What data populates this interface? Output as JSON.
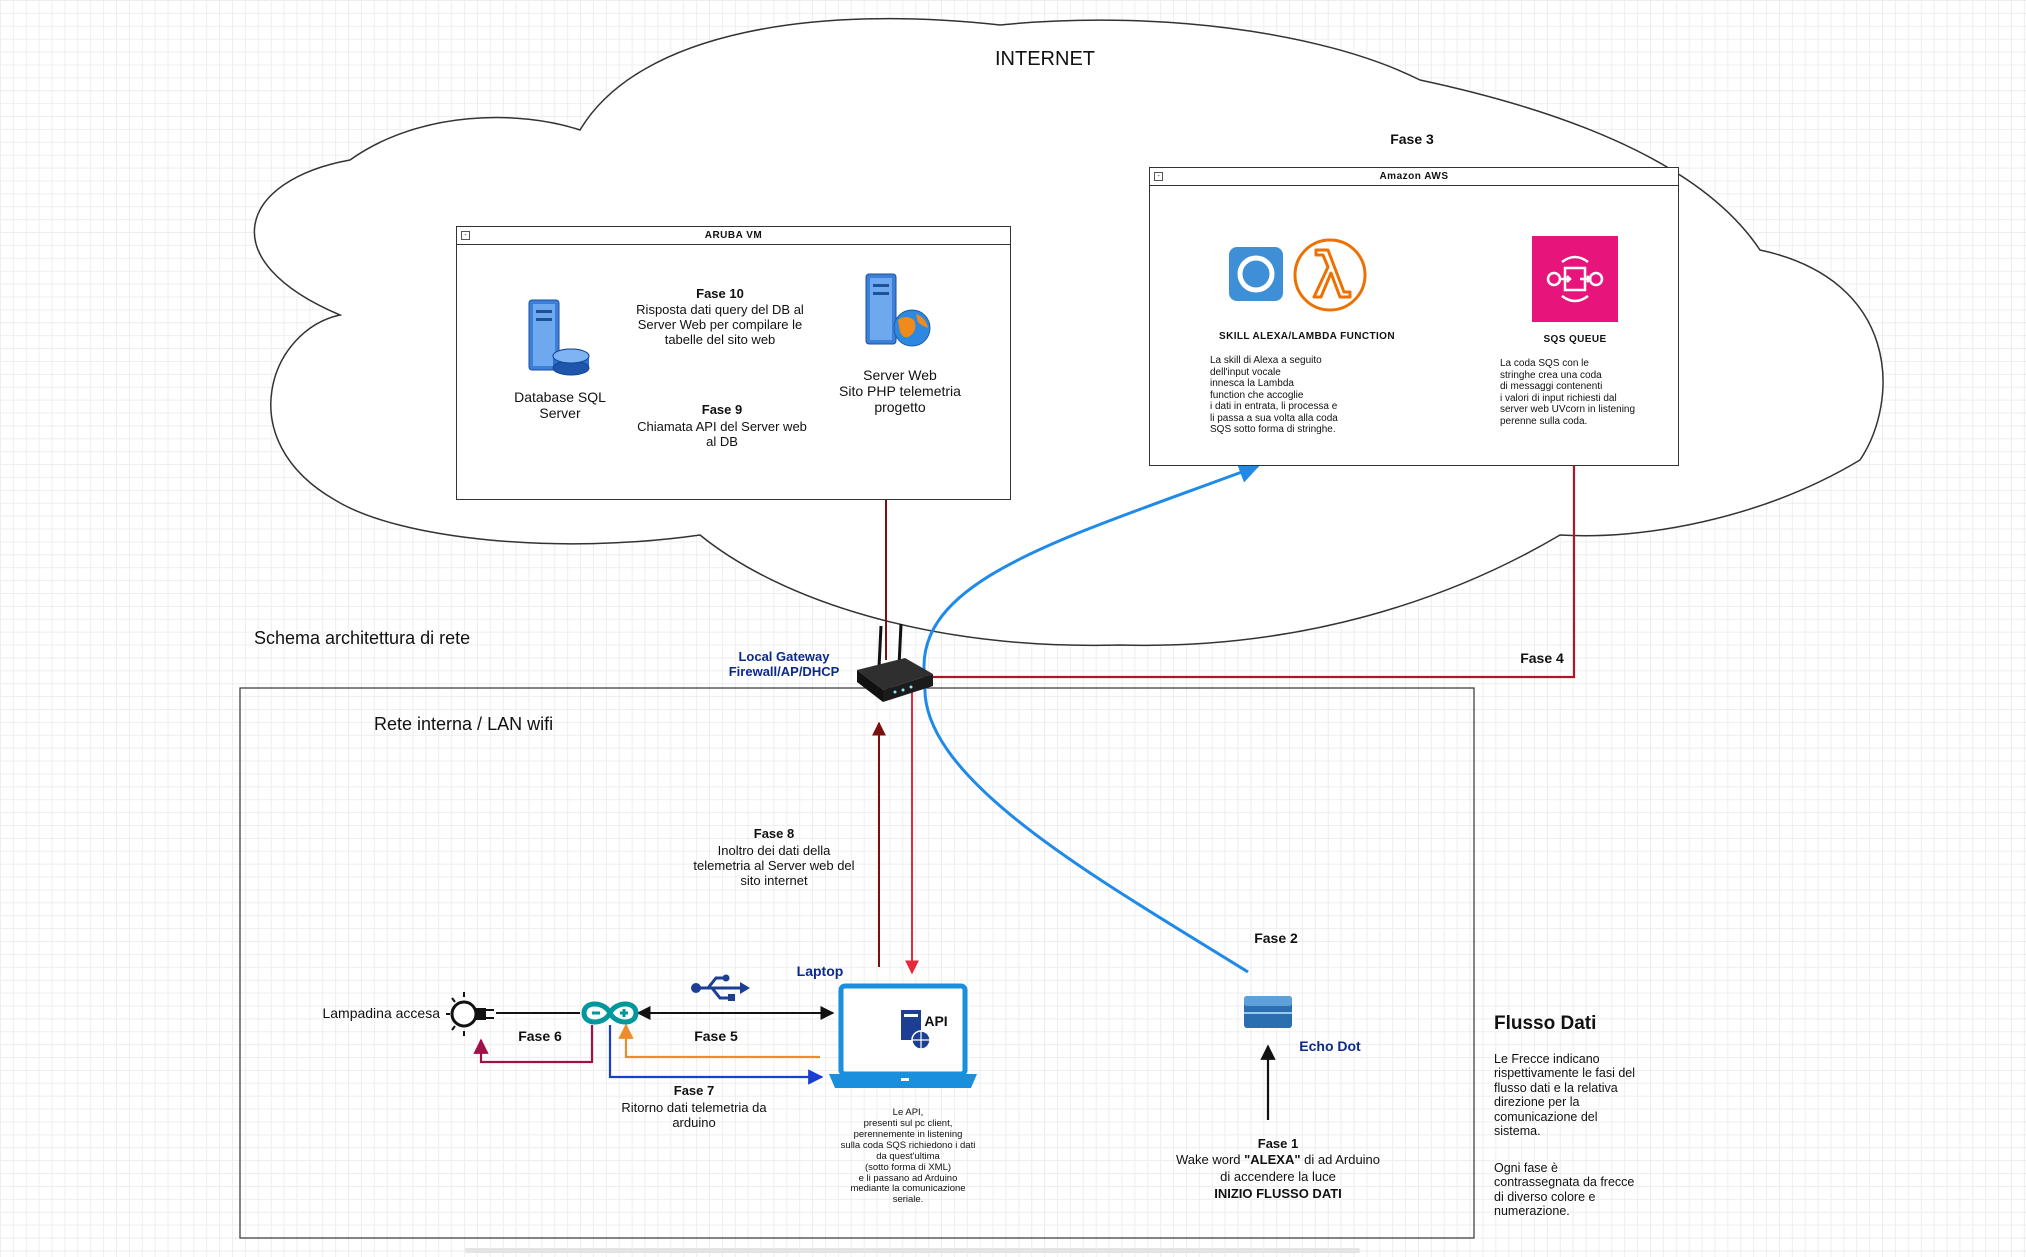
{
  "cloud": {
    "label": "INTERNET"
  },
  "schema_title": "Schema architettura di rete",
  "lan_title": "Rete interna / LAN wifi",
  "aruba": {
    "header": "ARUBA VM",
    "db_label": "Database SQL\nServer",
    "web_label": "Server Web\nSito PHP telemetria\nprogetto",
    "fase10": {
      "title": "Fase 10",
      "text": "Risposta dati query del DB al\nServer Web per compilare le\ntabelle del sito web"
    },
    "fase9": {
      "title": "Fase 9",
      "text": "Chiamata API del Server web\nal DB"
    }
  },
  "aws": {
    "phase_label": "Fase 3",
    "header": "Amazon AWS",
    "skill_title": "SKILL ALEXA/LAMBDA FUNCTION",
    "skill_text": "La skill di Alexa a seguito\ndell'input vocale\ninnesca la Lambda\nfunction che accoglie\ni dati in entrata, li processa e\nli passa a sua volta alla coda\nSQS sotto forma di stringhe.",
    "sqs_title": "SQS QUEUE",
    "sqs_text": "La coda SQS con le\nstringhe crea una coda\ndi messaggi contenenti\ni valori di input richiesti dal\nserver web UVcorn in listening\nperenne sulla coda."
  },
  "gateway": {
    "label": "Local Gateway\nFirewall/AP/DHCP"
  },
  "fase4": "Fase 4",
  "fase8": {
    "title": "Fase 8",
    "text": "Inoltro dei dati della\ntelemetria al Server web del\nsito internet"
  },
  "fase2": "Fase 2",
  "laptop": {
    "label": "Laptop",
    "api": "API",
    "desc": "Le API,\npresenti sul pc client,\nperennemente in listening\nsulla coda SQS richiedono i dati\nda quest'ultima\n(sotto forma di XML)\ne li passano ad Arduino\nmediante la comunicazione\nseriale."
  },
  "lamp_label": "Lampadina accesa",
  "fase6": "Fase 6",
  "fase5": "Fase 5",
  "fase7": {
    "title": "Fase 7",
    "text": "Ritorno dati telemetria da\narduino"
  },
  "echo_label": "Echo Dot",
  "fase1": {
    "title": "Fase 1",
    "line1_pre": "Wake word ",
    "line1_bold": "\"ALEXA\"",
    "line1_post": " di ad Arduino",
    "line2": "di accendere la luce",
    "line3": "INIZIO FLUSSO DATI"
  },
  "legend": {
    "title": "Flusso Dati",
    "p1": "Le Frecce indicano\nrispettivamente le fasi del\nflusso dati e la relativa\ndirezione per la\ncomunicazione del\nsistema.",
    "p2": "Ogni fase è\ncontrassegnata da frecce\ndi diverso colore e\nnumerazione."
  },
  "colors": {
    "dark_red": "#7a1010",
    "red": "#e8283c",
    "blue": "#1f8ae8",
    "gold": "#b09020",
    "purple": "#9b4dff",
    "orange": "#f08b2c",
    "crimson": "#a0114a",
    "navy": "#1a3fd0",
    "aws_pink": "#e7157b",
    "lambda_orange": "#ed7100"
  }
}
